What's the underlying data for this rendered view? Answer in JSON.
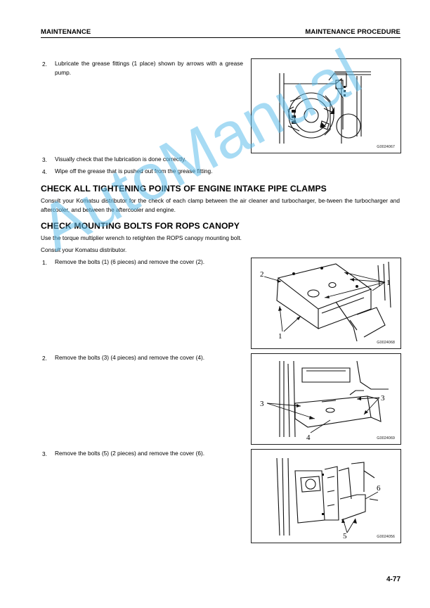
{
  "header": {
    "left": "MAINTENANCE",
    "right": "MAINTENANCE PROCEDURE"
  },
  "step2_grease": {
    "num": "2.",
    "text": "Lubricate the grease fittings (1 place) shown by arrows with a grease pump."
  },
  "figure1": {
    "code": "G0024067"
  },
  "step3_check": {
    "num": "3.",
    "text": "Visually check that the lubrication is done correctly."
  },
  "step4_wipe": {
    "num": "4.",
    "text": "Wipe off the grease that is pushed out from the grease fitting."
  },
  "section_intake": {
    "heading": "CHECK ALL TIGHTENING POINTS OF ENGINE INTAKE PIPE CLAMPS",
    "body": "Consult your Komatsu distributor for the check of each clamp between the air cleaner and turbocharger, be-tween the turbocharger and aftercooler, and between the aftercooler and engine."
  },
  "section_rops": {
    "heading": "CHECK MOUNTING BOLTS FOR ROPS CANOPY",
    "body1": "Use the torque multiplier wrench to retighten the ROPS canopy mounting bolt.",
    "body2": "Consult your Komatsu distributor."
  },
  "rops_steps": [
    {
      "num": "1.",
      "text": "Remove the bolts (1) (6 pieces) and remove the cover (2)."
    },
    {
      "num": "2.",
      "text": "Remove the bolts (3) (4 pieces) and remove the cover (4)."
    },
    {
      "num": "3.",
      "text": "Remove the bolts (5) (2 pieces) and remove the cover (6)."
    }
  ],
  "figure2": {
    "code": "G0024068",
    "labels": [
      "2",
      "1",
      "1"
    ]
  },
  "figure3": {
    "code": "G0024069",
    "labels": [
      "3",
      "3",
      "4"
    ]
  },
  "figure4": {
    "code": "G0024056",
    "labels": [
      "6",
      "5"
    ]
  },
  "watermark": "AutoManual",
  "page_number": "4-77"
}
